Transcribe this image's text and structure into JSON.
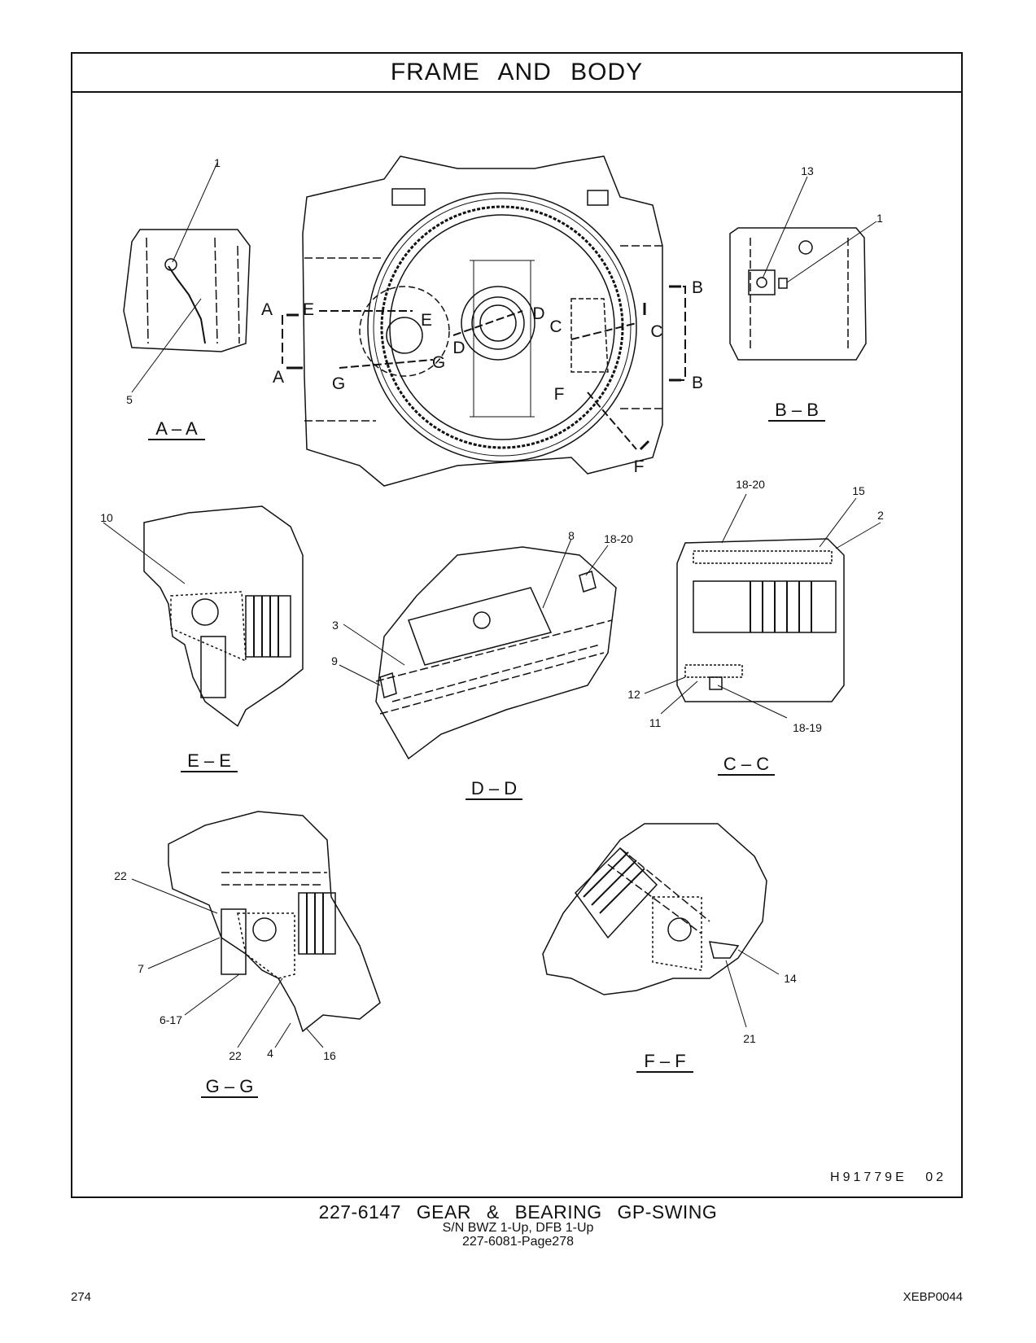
{
  "header": {
    "title": "FRAME AND BODY"
  },
  "views": {
    "aa": "A – A",
    "bb": "B – B",
    "cc": "C – C",
    "dd": "D – D",
    "ee": "E – E",
    "ff": "F – F",
    "gg": "G – G"
  },
  "section_letters": {
    "A": "A",
    "B": "B",
    "C": "C",
    "D": "D",
    "E": "E",
    "F": "F",
    "G": "G"
  },
  "callouts": {
    "aa": [
      "1",
      "5"
    ],
    "bb": [
      "13",
      "1"
    ],
    "ee": [
      "10"
    ],
    "dd": [
      "8",
      "18-20",
      "3",
      "9"
    ],
    "cc": [
      "18-20",
      "15",
      "2",
      "12",
      "11",
      "18-19"
    ],
    "gg": [
      "22",
      "7",
      "6-17",
      "22",
      "4",
      "16"
    ],
    "ff": [
      "14",
      "21"
    ]
  },
  "drawing_code": "H91779E 02",
  "caption": {
    "main": "227-6147 GEAR & BEARING GP-SWING",
    "serial": "S/N BWZ 1-Up, DFB 1-Up",
    "reference": "227-6081-Page278"
  },
  "footer": {
    "page": "274",
    "doc_id": "XEBP0044"
  }
}
